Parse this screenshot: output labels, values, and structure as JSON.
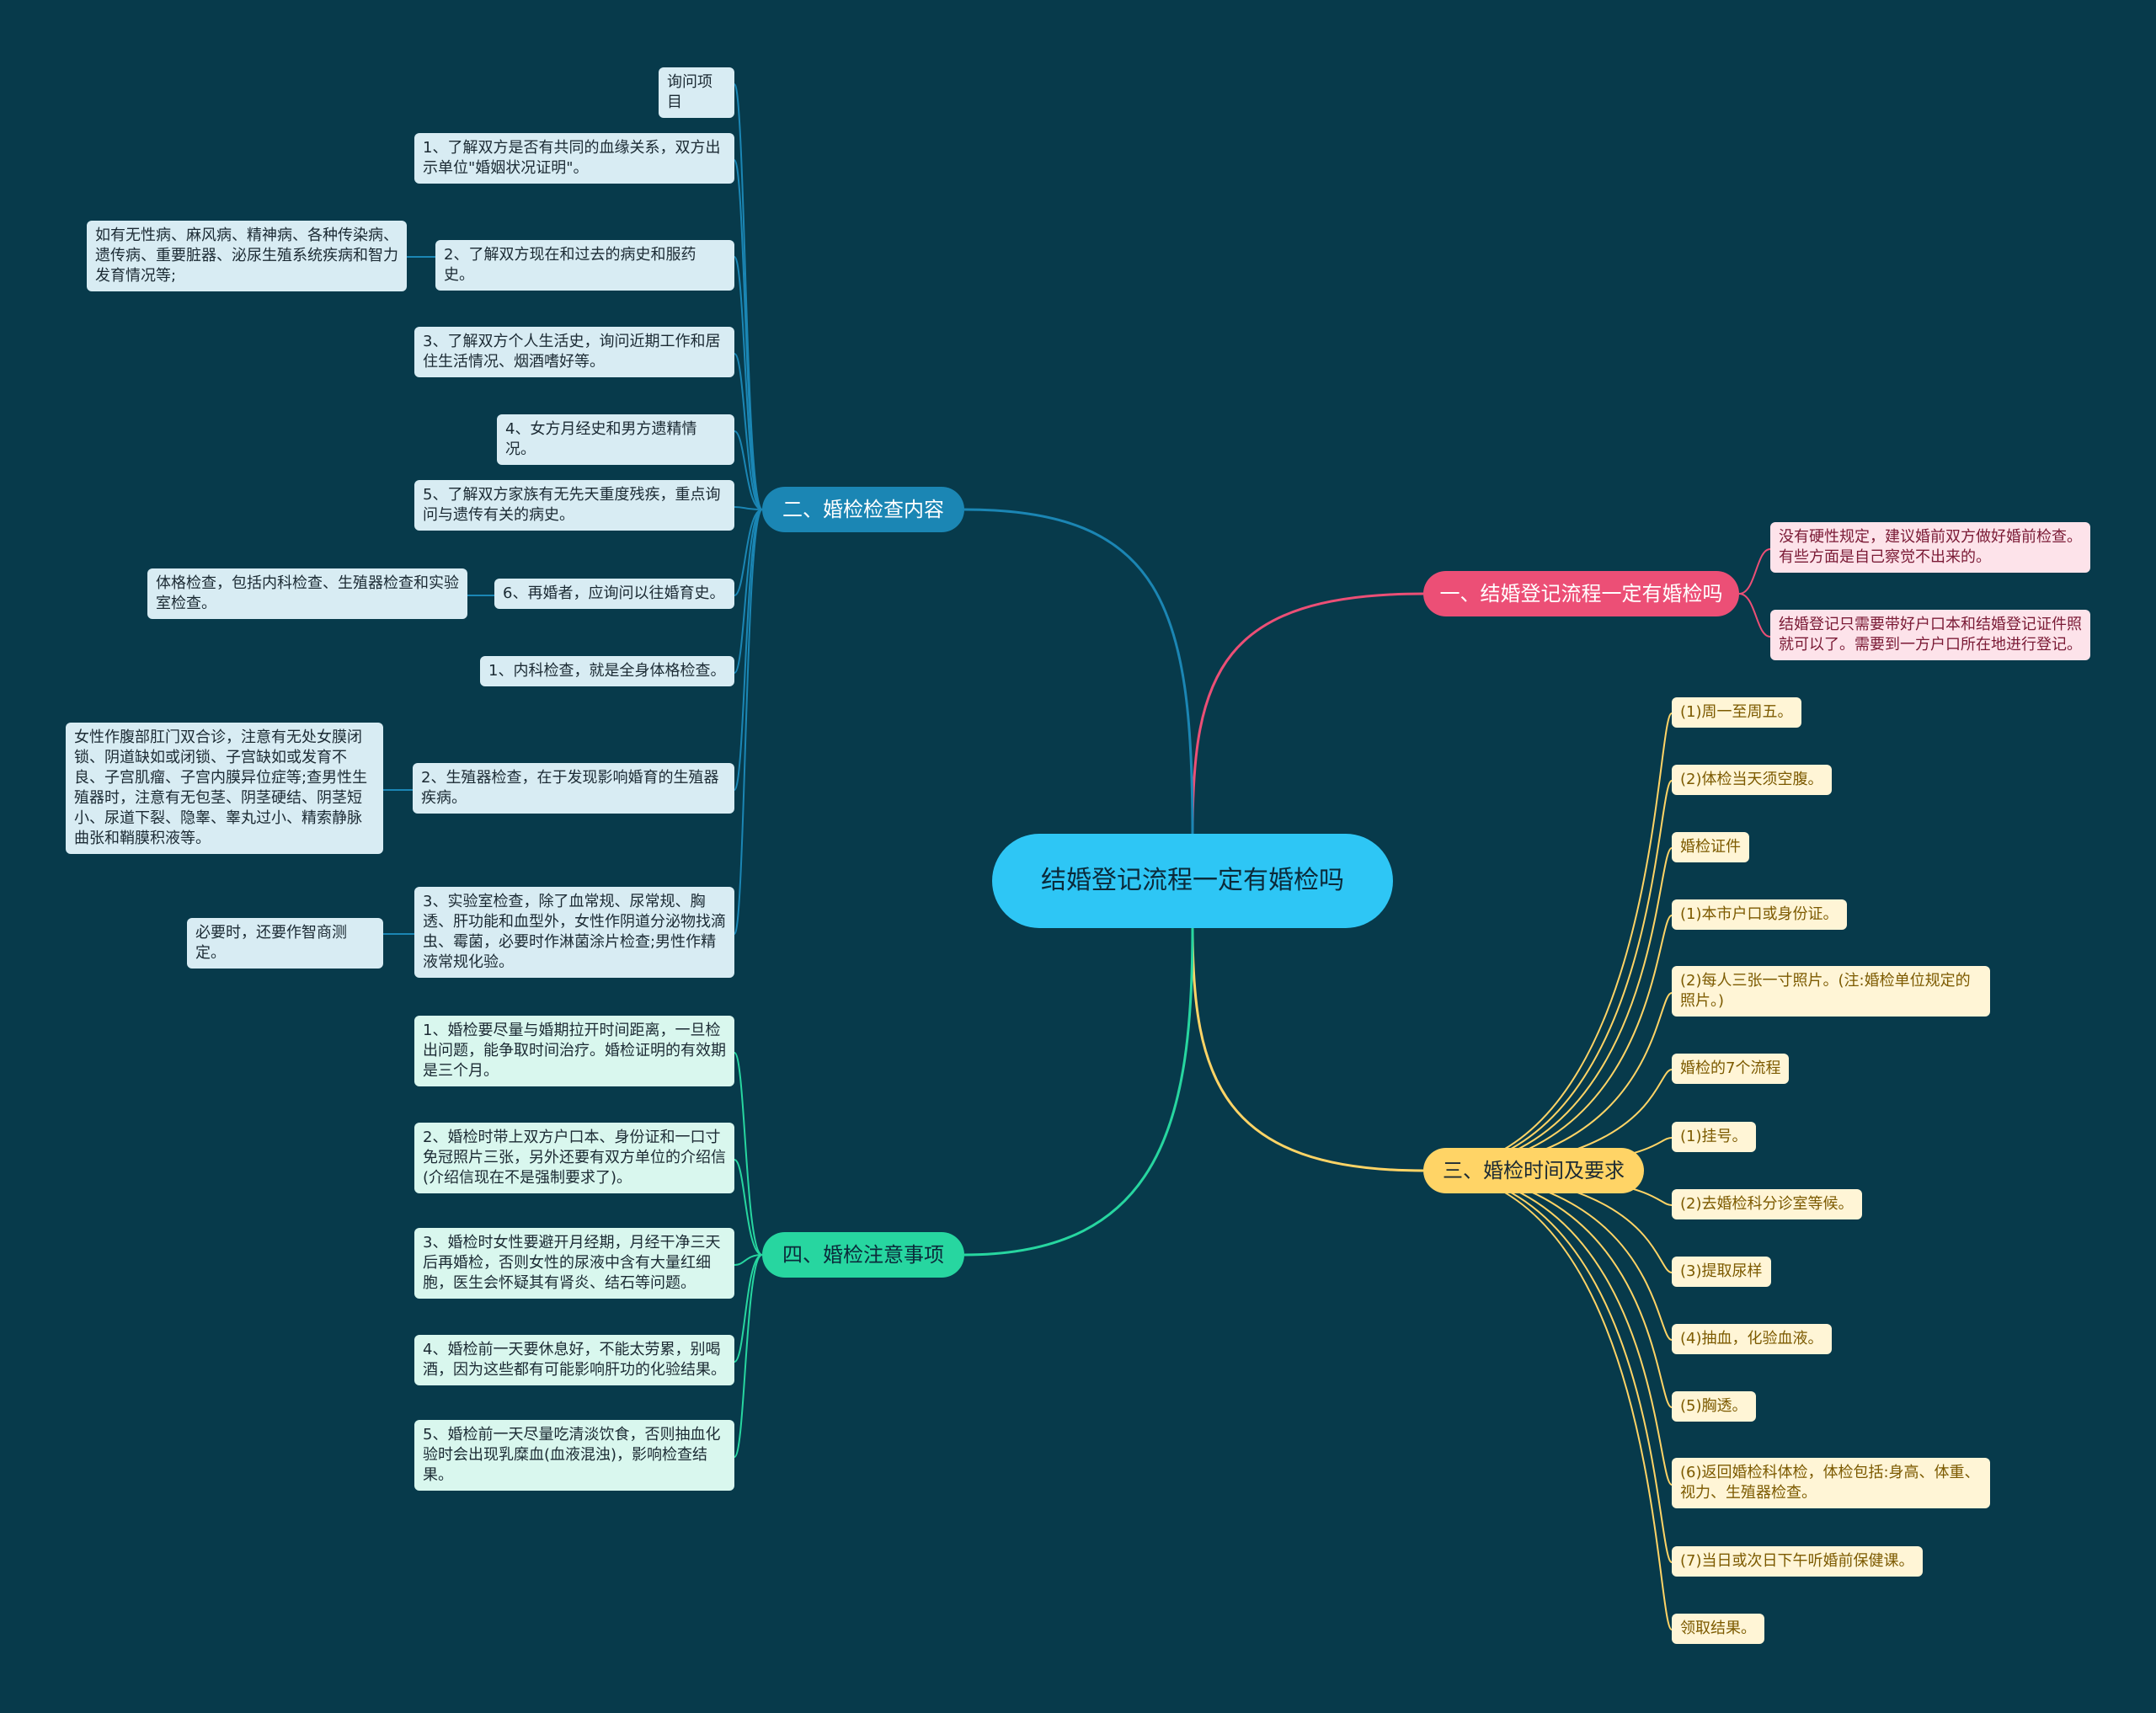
{
  "colors": {
    "background": "#073a4b",
    "root": "#2ec6f5",
    "branch1": "#ec4f76",
    "branch2": "#1b86b4",
    "branch3": "#ffd466",
    "branch4": "#27d6a0"
  },
  "root": {
    "title": "结婚登记流程一定有婚检吗"
  },
  "branch1": {
    "title": "一、结婚登记流程一定有婚检吗",
    "items": [
      "没有硬性规定，建议婚前双方做好婚前检查。有些方面是自己察觉不出来的。",
      "结婚登记只需要带好户口本和结婚登记证件照就可以了。需要到一方户口所在地进行登记。"
    ]
  },
  "branch2": {
    "title": "二、婚检检查内容",
    "items": [
      "询问项目",
      "1、了解双方是否有共同的血缘关系，双方出示单位\"婚姻状况证明\"。",
      "2、了解双方现在和过去的病史和服药史。",
      "3、了解双方个人生活史，询问近期工作和居住生活情况、烟酒嗜好等。",
      "4、女方月经史和男方遗精情况。",
      "5、了解双方家族有无先天重度残疾，重点询问与遗传有关的病史。",
      "6、再婚者，应询问以往婚育史。",
      "1、内科检查，就是全身体格检查。",
      "2、生殖器检查，在于发现影响婚育的生殖器疾病。",
      "3、实验室检查，除了血常规、尿常规、胸透、肝功能和血型外，女性作阴道分泌物找滴虫、霉菌，必要时作淋菌涂片检查;男性作精液常规化验。"
    ],
    "details": [
      "如有无性病、麻风病、精神病、各种传染病、遗传病、重要脏器、泌尿生殖系统疾病和智力发育情况等;",
      "体格检查，包括内科检查、生殖器检查和实验室检查。",
      "女性作腹部肛门双合诊，注意有无处女膜闭锁、阴道缺如或闭锁、子宫缺如或发育不良、子宫肌瘤、子宫内膜异位症等;查男性生殖器时，注意有无包茎、阴茎硬结、阴茎短小、尿道下裂、隐睾、睾丸过小、精索静脉曲张和鞘膜积液等。",
      "必要时，还要作智商测定。"
    ]
  },
  "branch3": {
    "title": "三、婚检时间及要求",
    "items": [
      "(1)周一至周五。",
      "(2)体检当天须空腹。",
      "婚检证件",
      "(1)本市户口或身份证。",
      "(2)每人三张一寸照片。(注:婚检单位规定的照片。)",
      "婚检的7个流程",
      "(1)挂号。",
      "(2)去婚检科分诊室等候。",
      "(3)提取尿样",
      "(4)抽血，化验血液。",
      "(5)胸透。",
      "(6)返回婚检科体检，体检包括:身高、体重、视力、生殖器检查。",
      "(7)当日或次日下午听婚前保健课。",
      "领取结果。"
    ]
  },
  "branch4": {
    "title": "四、婚检注意事项",
    "items": [
      "1、婚检要尽量与婚期拉开时间距离，一旦检出问题，能争取时间治疗。婚检证明的有效期是三个月。",
      "2、婚检时带上双方户口本、身份证和一口寸免冠照片三张，另外还要有双方单位的介绍信(介绍信现在不是强制要求了)。",
      "3、婚检时女性要避开月经期，月经干净三天后再婚检，否则女性的尿液中含有大量红细胞，医生会怀疑其有肾炎、结石等问题。",
      "4、婚检前一天要休息好，不能太劳累，别喝酒，因为这些都有可能影响肝功的化验结果。",
      "5、婚检前一天尽量吃清淡饮食，否则抽血化验时会出现乳糜血(血液混浊)，影响检查结果。"
    ]
  }
}
